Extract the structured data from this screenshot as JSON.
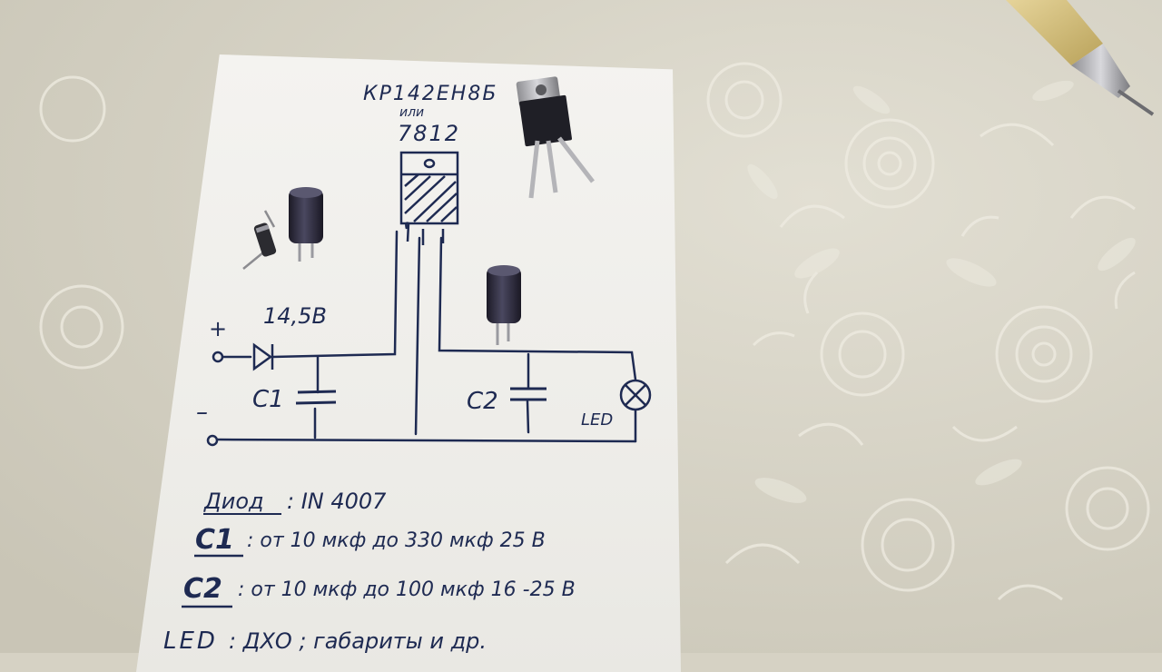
{
  "schematic": {
    "regulator_name": "КР142ЕН8Б",
    "regulator_or": "или",
    "regulator_alt": "7812",
    "input_voltage": "14,5В",
    "plus_sign": "+",
    "minus_sign": "–",
    "c1_label": "C1",
    "c2_label": "C2",
    "led_label": "LED"
  },
  "notes": {
    "diode_key": "Диод",
    "diode_value": ": IN 4007",
    "c1_key": "C1",
    "c1_value": ": от 10 мкф до 330 мкф   25 В",
    "c2_key": "C2",
    "c2_value": ": от 10 мкф до 100 мкф   16 -25 В",
    "led_key": "LED",
    "led_value": ": ДХО ; габариты и др."
  },
  "colors": {
    "ink": "#1e2a52",
    "paper": "#f1f0ec",
    "tablecloth": "#d6d2c4",
    "capacitor": "#2a2838",
    "pen_body": "#d8c27a"
  }
}
